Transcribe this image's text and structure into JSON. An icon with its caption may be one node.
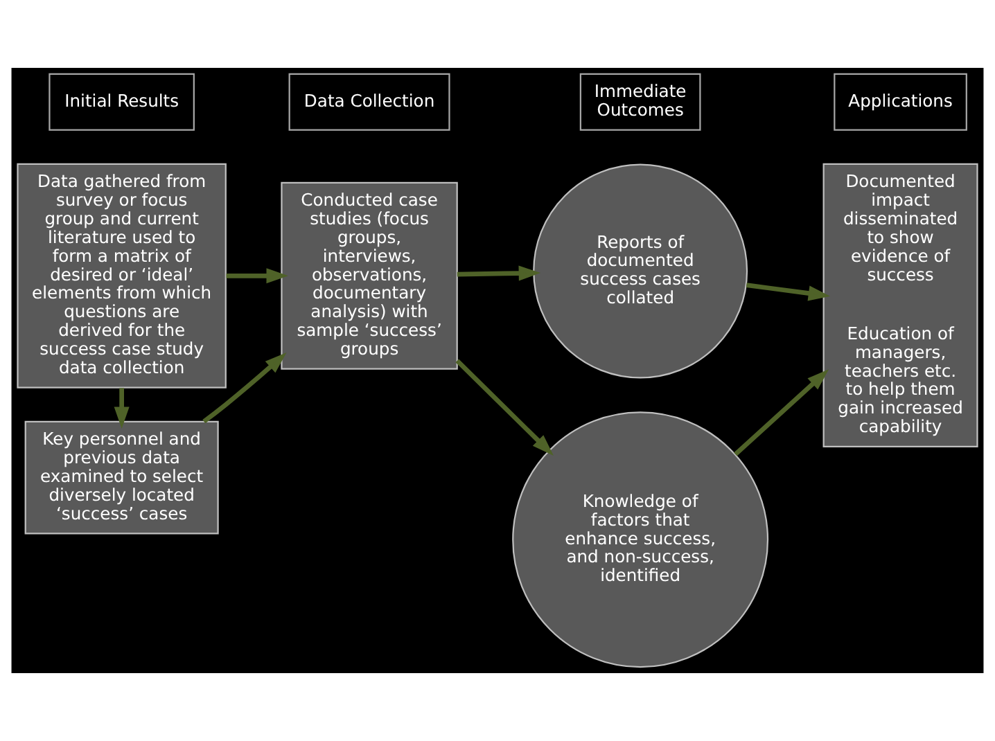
{
  "diagram": {
    "nodes": [
      {
        "text": [
          "Initial Results"
        ]
      },
      {
        "text": [
          "Data Collection"
        ]
      },
      {
        "text": [
          "Immediate Outcomes"
        ]
      },
      {
        "text": [
          "Applications"
        ]
      },
      {
        "text": [
          "Data gathered from survey or focus group and current literature used to form a matrix of desired or ‘ideal’ elements from which questions are derived for the success case study data collection"
        ]
      },
      {
        "text": [
          "Key personnel and previous data examined to select diversely located ‘success’ cases"
        ]
      },
      {
        "text": [
          "Conducted case studies (focus groups, interviews, observations, documentary analysis) with sample ‘success’ groups"
        ]
      },
      {
        "text": [
          "Reports of documented success cases collated"
        ]
      },
      {
        "text": [
          "Knowledge of factors that enhance success, and non-success, identified"
        ]
      },
      {
        "text": [
          "Documented impact disseminated to show evidence of success",
          "Education of managers, teachers etc. to help them gain increased capability"
        ]
      }
    ],
    "edges": [
      {
        "from": 4,
        "to": 6,
        "arrow": "to"
      },
      {
        "from": 4,
        "to": 5,
        "arrow": "to"
      },
      {
        "from": 5,
        "to": 6,
        "arrow": "to"
      },
      {
        "from": 6,
        "to": 7,
        "arrow": "to"
      },
      {
        "from": 6,
        "to": 8,
        "arrow": "to"
      },
      {
        "from": 7,
        "to": 9,
        "arrow": "to"
      },
      {
        "from": 8,
        "to": 9,
        "arrow": "to"
      }
    ]
  }
}
